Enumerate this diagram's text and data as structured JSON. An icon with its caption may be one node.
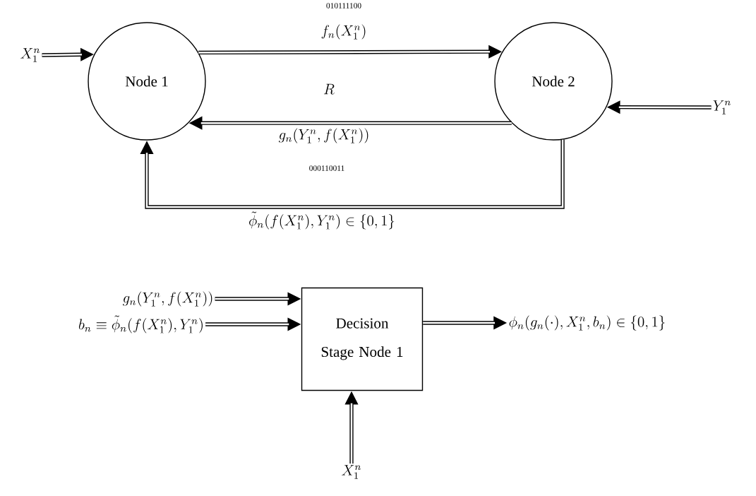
{
  "diagram": {
    "nodes": [
      {
        "text": [
          "Node 1"
        ]
      },
      {
        "text": [
          "Node 2"
        ]
      },
      {
        "text": [
          "X_1^n"
        ]
      },
      {
        "text": [
          "Y_1^n"
        ]
      },
      {
        "text": [
          "Decision Stage Node 1"
        ]
      },
      {
        "text": [
          "g_n(Y_1^n, f(X_1^n))"
        ]
      },
      {
        "text": [
          "b_n \\equiv \\tilde{\\phi}_n(f(X_1^n), Y_1^n)"
        ]
      },
      {
        "text": [
          "\\phi_n(g_n(\\cdot), X_1^n, b_n) \\in \\{0, 1\\}"
        ]
      },
      {
        "text": [
          "X_1^n"
        ]
      }
    ],
    "edges": [
      {
        "from": 2,
        "to": 0,
        "arrow": "to"
      },
      {
        "from": 0,
        "to": 1,
        "arrow": "to",
        "label": "f_n(X_1^n)"
      },
      {
        "from": 1,
        "to": 0,
        "arrow": "to",
        "label": "g_n(Y_1^n, f(X_1^n))"
      },
      {
        "from": 3,
        "to": 1,
        "arrow": "to"
      },
      {
        "from": 1,
        "to": 0,
        "arrow": "to",
        "label": "\\tilde{\\phi}_n(f(X_1^n), Y_1^n) \\in \\{0, 1\\}"
      },
      {
        "from": 5,
        "to": 4,
        "arrow": "to"
      },
      {
        "from": 6,
        "to": 4,
        "arrow": "to"
      },
      {
        "from": 4,
        "to": 7,
        "arrow": "to"
      },
      {
        "from": 8,
        "to": 4,
        "arrow": "to"
      }
    ],
    "labels": [
      "010111100",
      "R",
      "000110011"
    ]
  }
}
